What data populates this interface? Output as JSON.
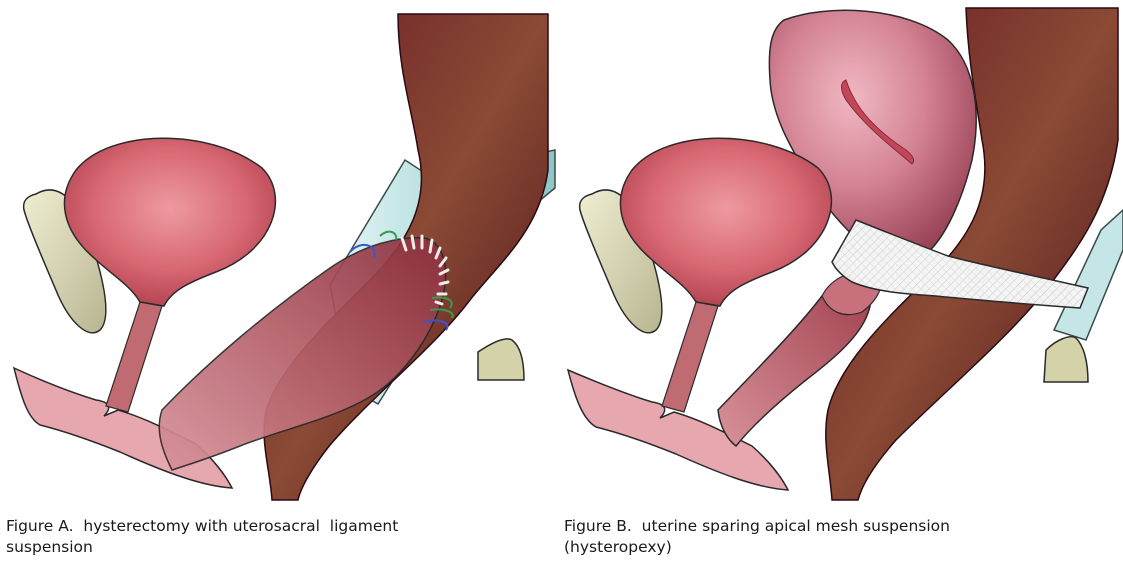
{
  "figures": [
    {
      "id": "A",
      "caption": "Figure A.  hysterectomy with uterosacral  ligament\nsuspension"
    },
    {
      "id": "B",
      "caption": "Figure B.  uterine sparing apical mesh suspension\n(hysteropexy)"
    }
  ],
  "colors": {
    "rectum_dark": "#5a1520",
    "rectum_mid": "#7d3a2f",
    "bladder_center": "#e07a80",
    "bladder_edge": "#a83a48",
    "vagina": "#b76068",
    "perineum_skin": "#e6a7af",
    "pubic_bone": "#dedcb8",
    "sacrum": "#d4d2a8",
    "ligament": "#c4e6e6",
    "mesh": "#f0f0f0",
    "uterus": "#d18090",
    "suture_blue": "#3a56c8",
    "suture_green": "#3a9a4a"
  }
}
